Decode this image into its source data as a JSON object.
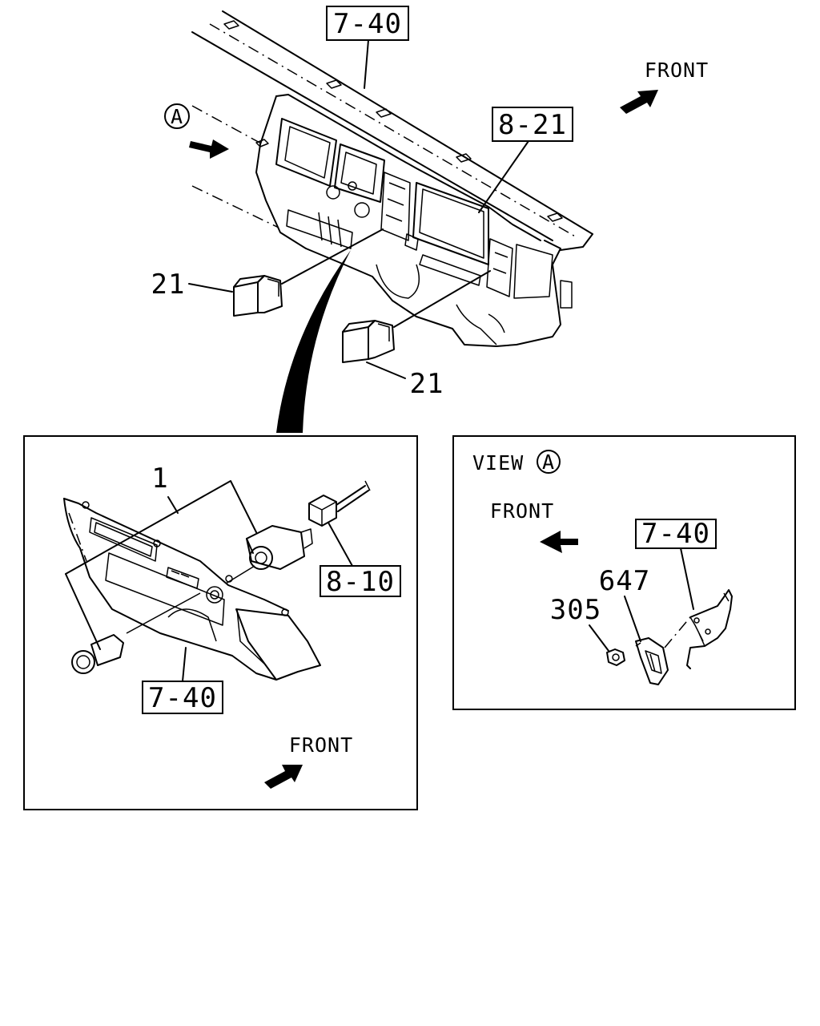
{
  "top_view": {
    "ref_dashboard": "7-40",
    "ref_meter": "8-21",
    "front_label": "FRONT",
    "view_marker": "A",
    "part_left": "21",
    "part_right": "21"
  },
  "detail_left": {
    "part_lighter": "1",
    "ref_connector": "8-10",
    "ref_panel": "7-40",
    "front_label": "FRONT"
  },
  "detail_view_a": {
    "title_text": "VIEW",
    "title_marker": "A",
    "front_label": "FRONT",
    "ref_bracket": "7-40",
    "part_bracket": "647",
    "part_nut": "305"
  },
  "colors": {
    "line": "#000000",
    "background": "#ffffff"
  }
}
